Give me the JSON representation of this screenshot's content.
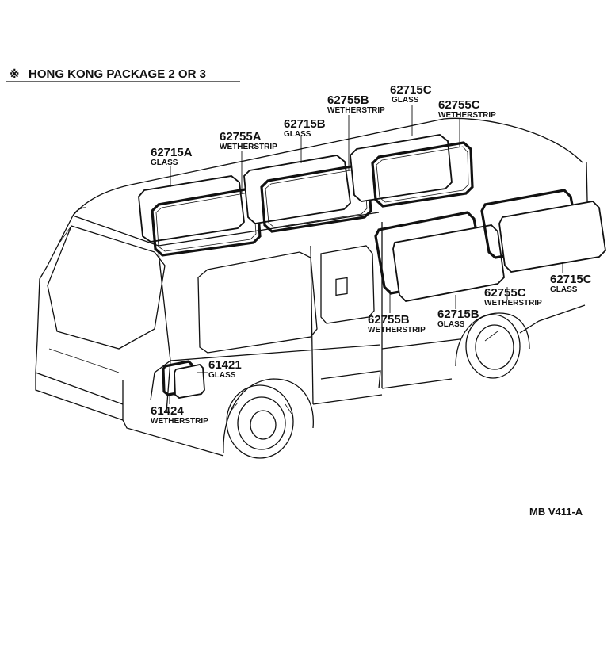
{
  "header": {
    "symbol": "※",
    "title": "HONG KONG PACKAGE 2 OR 3"
  },
  "reference_code": "MB V411-A",
  "callouts": [
    {
      "id": "top-62715a",
      "part_number": "62715A",
      "description": "GLASS"
    },
    {
      "id": "top-62755a",
      "part_number": "62755A",
      "description": "WETHERSTRIP"
    },
    {
      "id": "top-62715b",
      "part_number": "62715B",
      "description": "GLASS"
    },
    {
      "id": "top-62755b",
      "part_number": "62755B",
      "description": "WETHERSTRIP"
    },
    {
      "id": "top-62715c",
      "part_number": "62715C",
      "description": "GLASS"
    },
    {
      "id": "top-62755c",
      "part_number": "62755C",
      "description": "WETHERSTRIP"
    },
    {
      "id": "side-62715c",
      "part_number": "62715C",
      "description": "GLASS"
    },
    {
      "id": "side-62755c",
      "part_number": "62755C",
      "description": "WETHERSTRIP"
    },
    {
      "id": "side-62715b",
      "part_number": "62715B",
      "description": "GLASS"
    },
    {
      "id": "side-62755b",
      "part_number": "62755B",
      "description": "WETHERSTRIP"
    },
    {
      "id": "rear-61421",
      "part_number": "61421",
      "description": "GLASS"
    },
    {
      "id": "rear-61424",
      "part_number": "61424",
      "description": "WETHERSTRIP"
    }
  ]
}
